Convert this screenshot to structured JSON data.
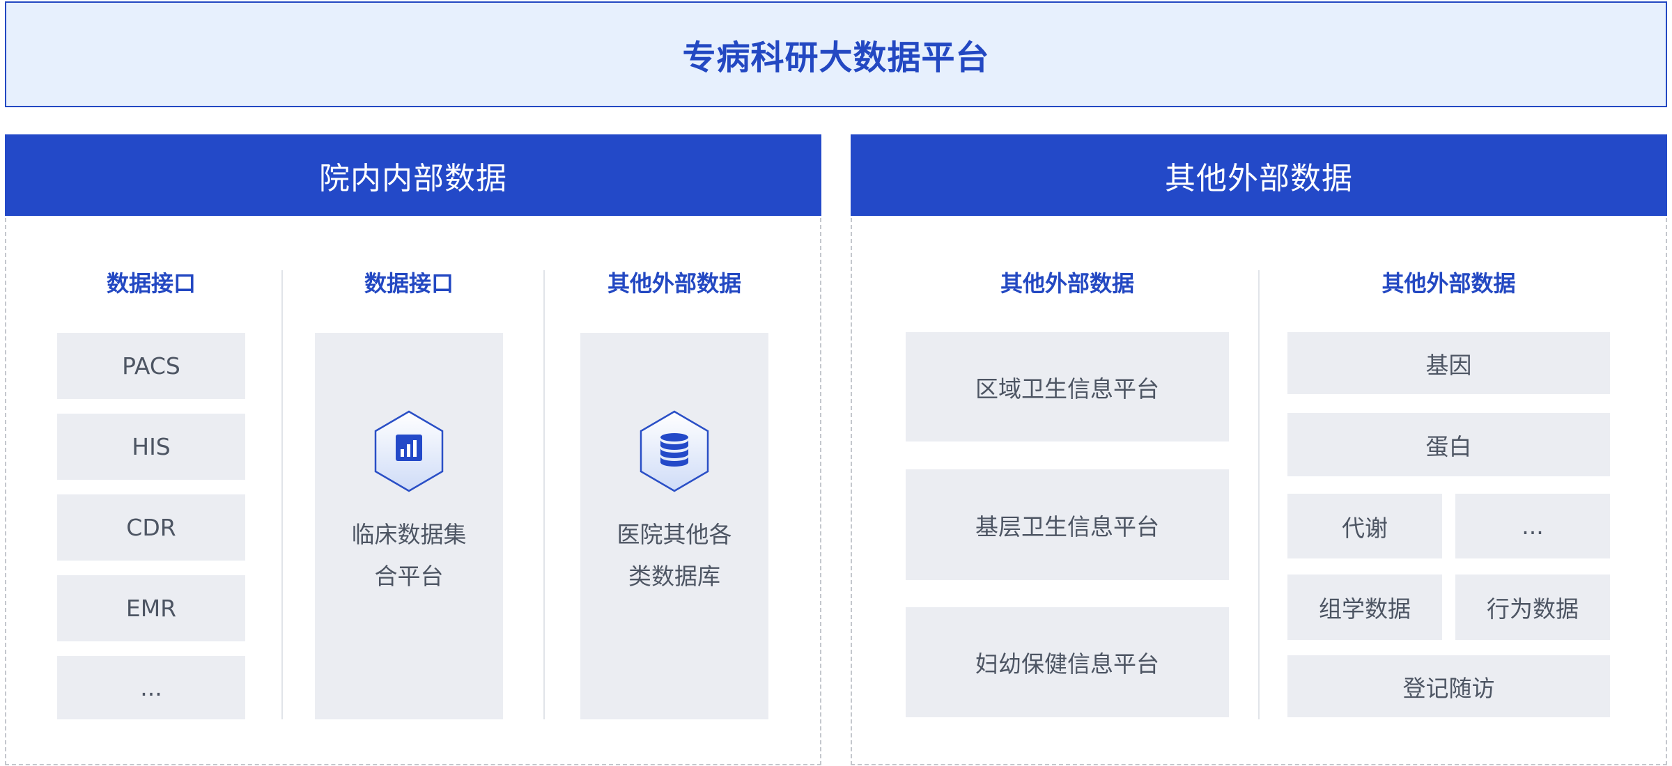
{
  "title": "专病科研大数据平台",
  "left_panel": {
    "header": "院内内部数据",
    "columns": [
      {
        "title": "数据接口",
        "items": [
          "PACS",
          "HIS",
          "CDR",
          "EMR",
          "..."
        ]
      },
      {
        "title": "数据接口",
        "label": "临床数据集合平台",
        "icon": "bar-chart-hexagon-icon"
      },
      {
        "title": "其他外部数据",
        "label": "医院其他各类数据库",
        "icon": "database-hexagon-icon"
      }
    ]
  },
  "right_panel": {
    "header": "其他外部数据",
    "columns": [
      {
        "title": "其他外部数据",
        "items": [
          "区域卫生信息平台",
          "基层卫生信息平台",
          "妇幼保健信息平台"
        ]
      },
      {
        "title": "其他外部数据",
        "items": [
          "基因",
          "蛋白",
          "代谢",
          "...",
          "组学数据",
          "行为数据",
          "登记随访"
        ]
      }
    ]
  },
  "colors": {
    "brand_blue": "#2349c8",
    "title_background": "#e7f0fd",
    "box_background": "#ebedf2",
    "text_gray": "#4d5563"
  }
}
